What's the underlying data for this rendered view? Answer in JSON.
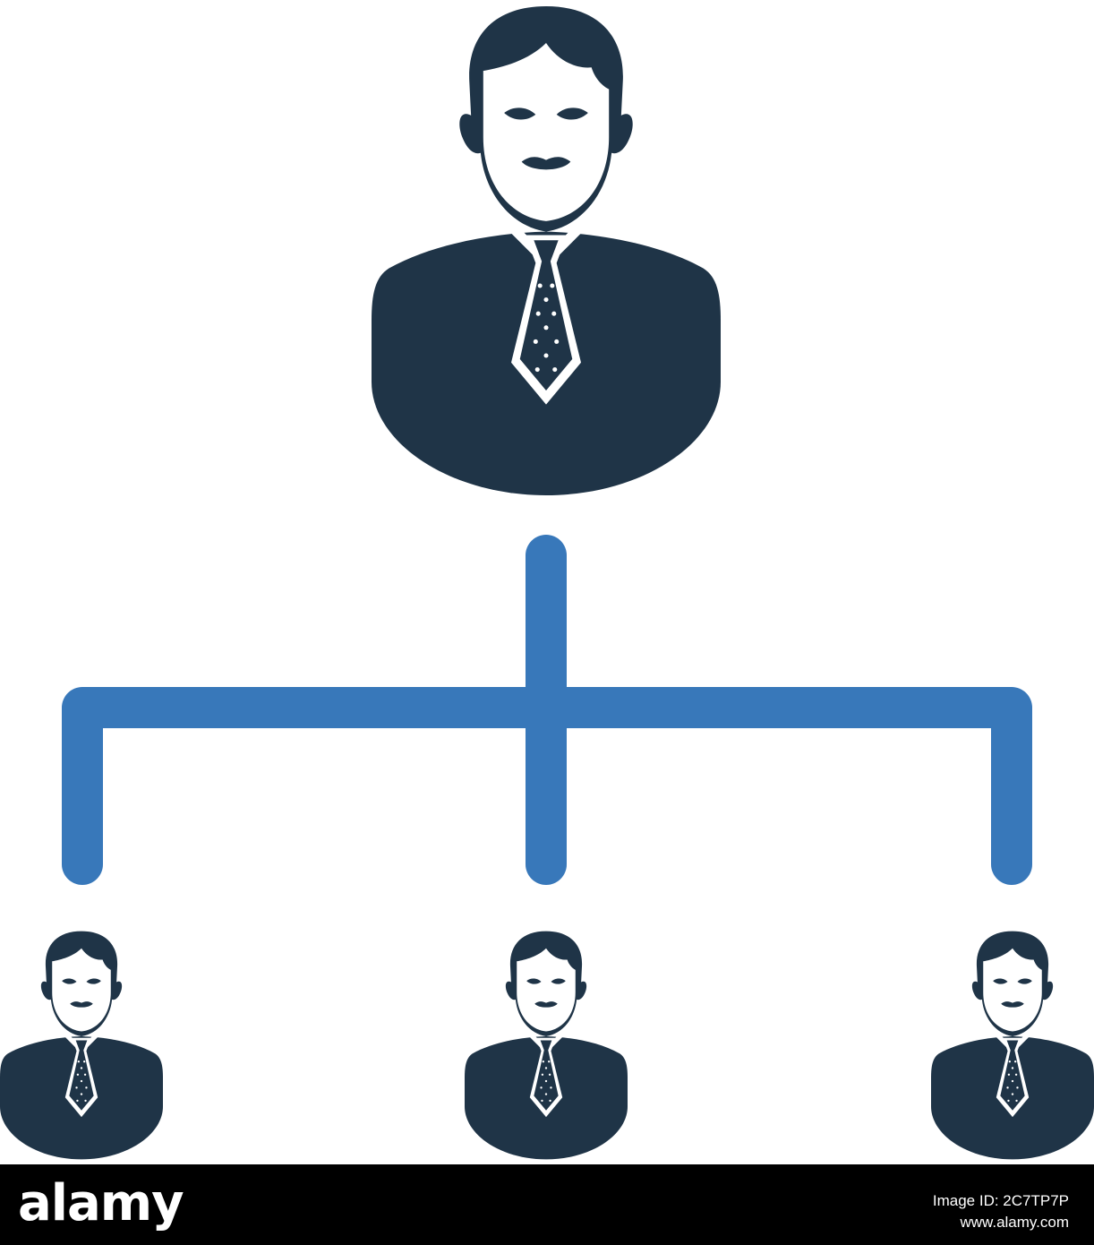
{
  "diagram": {
    "type": "hierarchy",
    "nodes": [
      {
        "id": "manager",
        "level": 0,
        "icon": "businessman-icon"
      },
      {
        "id": "employee-left",
        "level": 1,
        "icon": "businessman-icon"
      },
      {
        "id": "employee-center",
        "level": 1,
        "icon": "businessman-icon"
      },
      {
        "id": "employee-right",
        "level": 1,
        "icon": "businessman-icon"
      }
    ],
    "edges": [
      {
        "from": "manager",
        "to": "employee-left"
      },
      {
        "from": "manager",
        "to": "employee-center"
      },
      {
        "from": "manager",
        "to": "employee-right"
      }
    ]
  },
  "colors": {
    "person": "#1f3447",
    "connector": "#3878ba",
    "background": "#ffffff",
    "footer": "#000000",
    "footer_text": "#ffffff"
  },
  "footer": {
    "logo": "alamy",
    "image_id": "Image ID: 2C7TP7P",
    "url": "www.alamy.com"
  }
}
